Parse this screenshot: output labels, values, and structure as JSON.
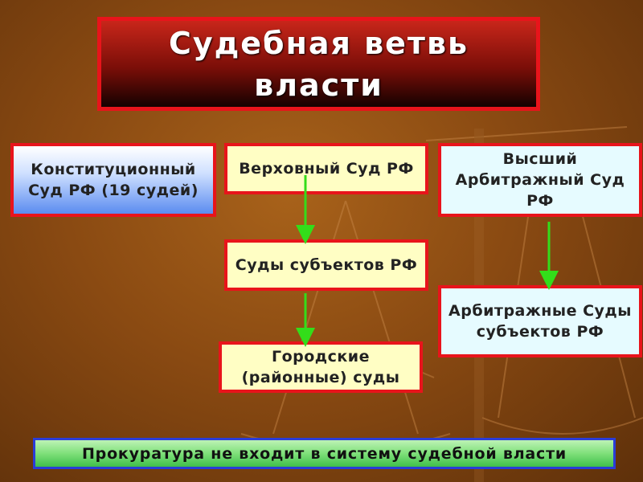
{
  "title": "Судебная  ветвь власти",
  "nodes": {
    "constitutional_court": "Конституционный Суд РФ (19 судей)",
    "supreme_court": "Верховный Суд РФ",
    "higher_arbitration_court": "Высший Арбитражный Суд РФ",
    "regional_courts": "Суды субъектов РФ",
    "city_district_courts": "Городские (районные) суды",
    "arbitration_regional_courts": "Арбитражные Суды субъектов РФ"
  },
  "note": "Прокуратура не входит в  систему судебной власти",
  "edges": [
    {
      "from": "supreme_court",
      "to": "regional_courts"
    },
    {
      "from": "regional_courts",
      "to": "city_district_courts"
    },
    {
      "from": "higher_arbitration_court",
      "to": "arbitration_regional_courts"
    }
  ],
  "colors": {
    "border": "#e8141b",
    "arrow": "#33dd1a",
    "note_border": "#2a3dd8"
  }
}
